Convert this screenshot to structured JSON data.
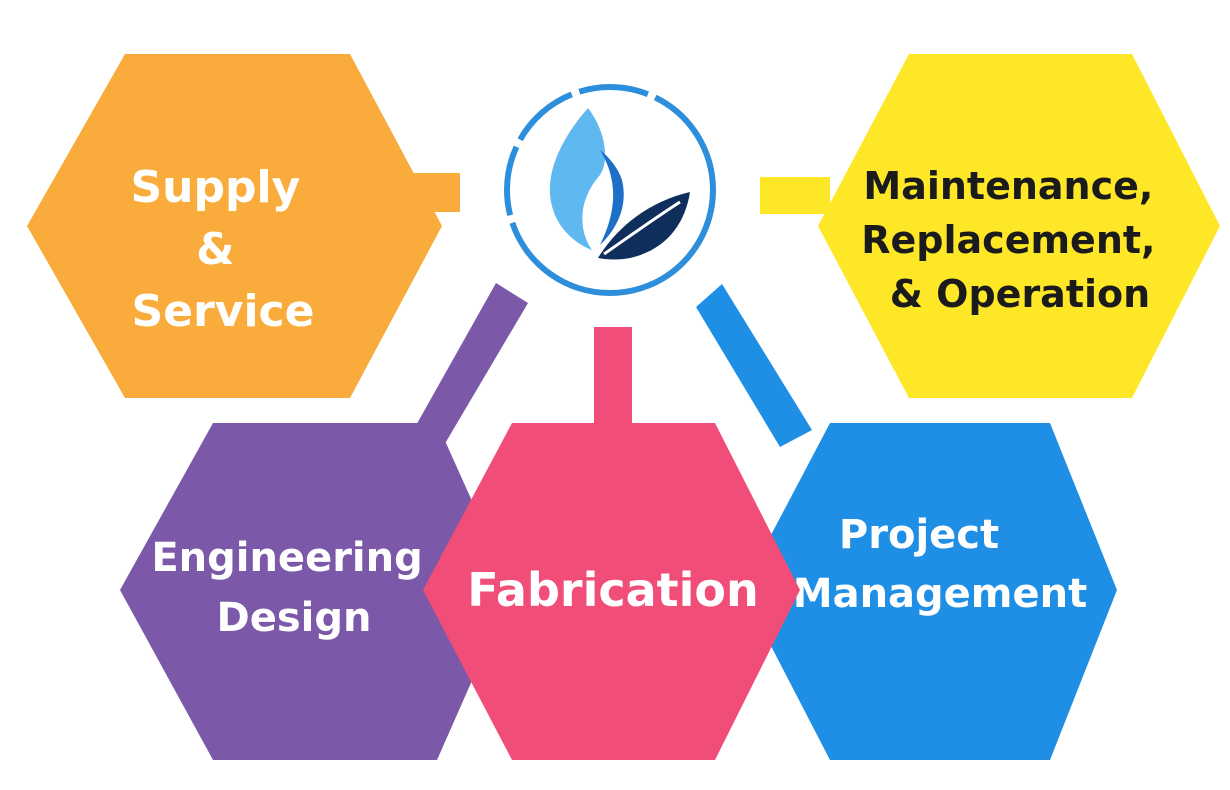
{
  "colors": {
    "supply": "#F9AC3C",
    "maintenance": "#FDE726",
    "engineering": "#7B58A8",
    "fabrication": "#F04E78",
    "project": "#1F8FE5",
    "logo_ring": "#2D8FDC",
    "logo_flame_light": "#5FB8F0",
    "logo_flame_dark": "#1D6FC7",
    "logo_leaf": "#0F2E5C",
    "text_light": "#FFFFFF",
    "text_dark": "#1B1B1B"
  },
  "hexagons": {
    "supply": {
      "lines": [
        "Supply",
        "&",
        "Service"
      ]
    },
    "maintenance": {
      "lines": [
        "Maintenance,",
        "Replacement,",
        "& Operation"
      ]
    },
    "engineering": {
      "lines": [
        "Engineering",
        "Design"
      ]
    },
    "fabrication": {
      "lines": [
        "Fabrication"
      ]
    },
    "project": {
      "lines": [
        "Project",
        "Management"
      ]
    }
  },
  "logo": {
    "icon": "flame-leaf-icon"
  }
}
